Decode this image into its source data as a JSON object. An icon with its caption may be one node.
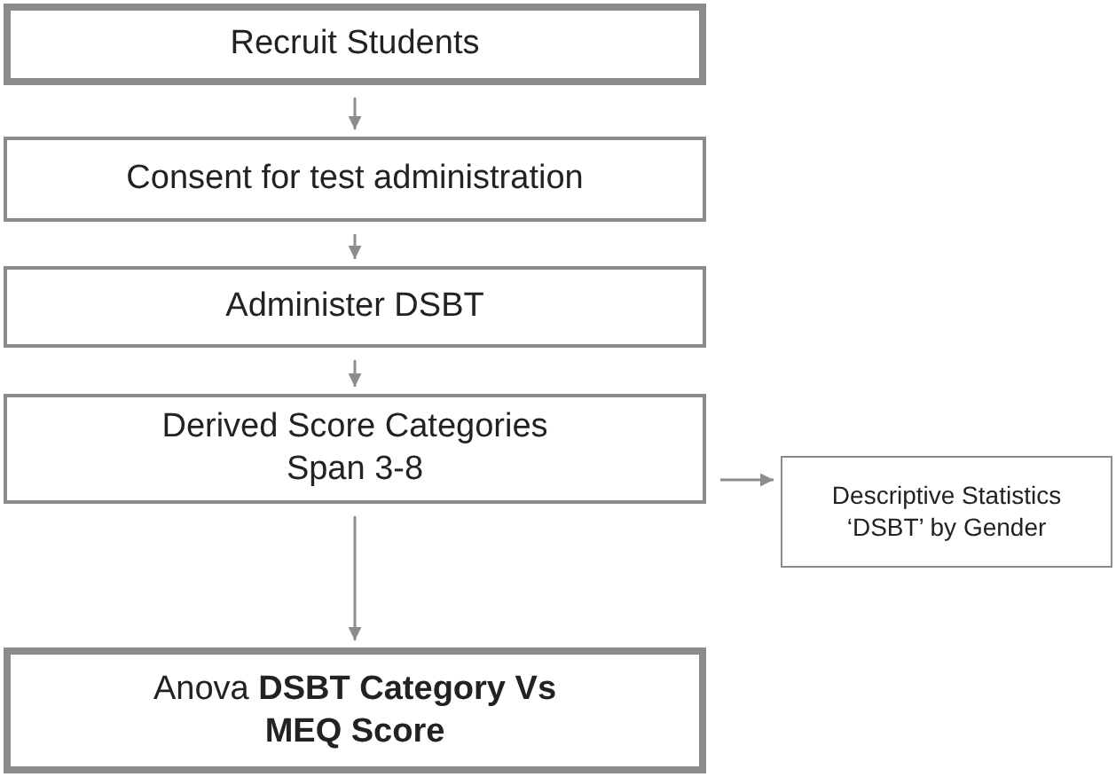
{
  "diagram": {
    "nodes": [
      {
        "text": [
          "Recruit Students"
        ]
      },
      {
        "text": [
          "Consent for test administration"
        ]
      },
      {
        "text": [
          "Administer DSBT"
        ]
      },
      {
        "text": [
          "Derived Score Categories Span 3-8"
        ]
      },
      {
        "text": [
          "Descriptive Statistics ‘DSBT’ by Gender"
        ]
      },
      {
        "text": [
          "Anova **DSBT Category Vs MEQ Score**"
        ]
      }
    ],
    "edges": [
      {
        "from": 0,
        "to": 1,
        "arrow": "to"
      },
      {
        "from": 1,
        "to": 2,
        "arrow": "to"
      },
      {
        "from": 2,
        "to": 3,
        "arrow": "to"
      },
      {
        "from": 3,
        "to": 4,
        "arrow": "to"
      },
      {
        "from": 3,
        "to": 5,
        "arrow": "to"
      }
    ]
  }
}
